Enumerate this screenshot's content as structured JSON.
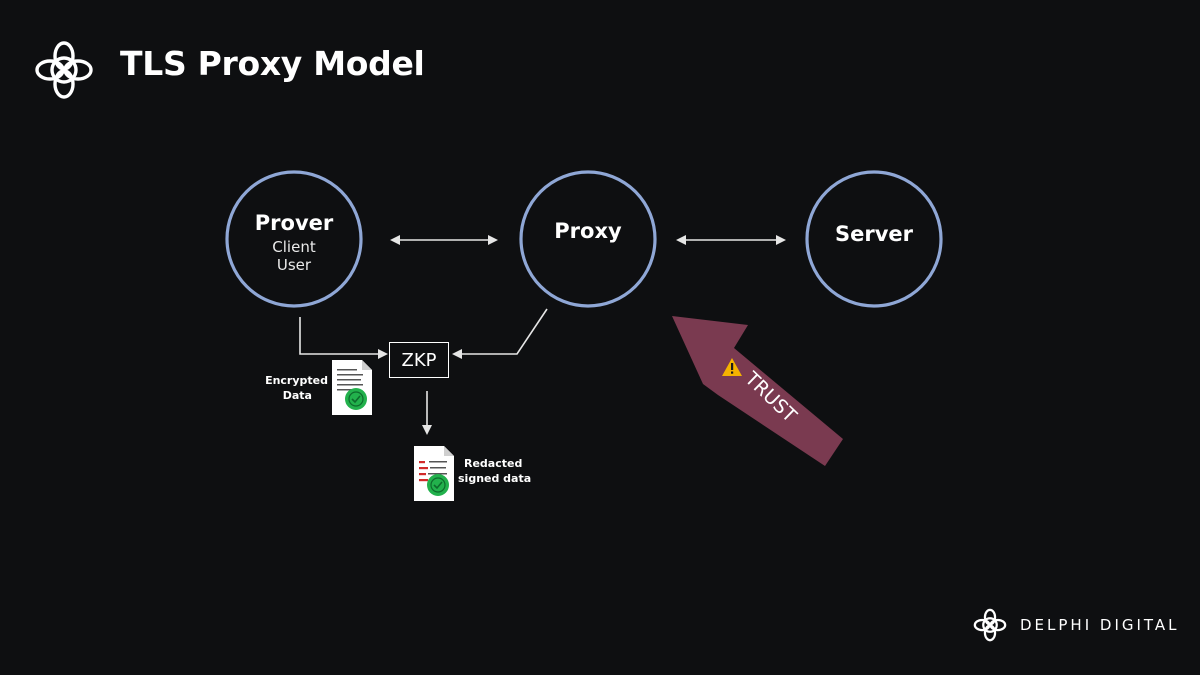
{
  "title": "TLS Proxy Model",
  "nodes": {
    "prover": {
      "name": "Prover",
      "lines": [
        "Client",
        "User"
      ]
    },
    "proxy": {
      "name": "Proxy"
    },
    "server": {
      "name": "Server"
    }
  },
  "zkp_label": "ZKP",
  "documents": {
    "encrypted": {
      "lines": [
        "Encrypted",
        "Data"
      ]
    },
    "redacted": {
      "lines": [
        "Redacted",
        "signed data"
      ]
    }
  },
  "trust_label": "TRUST",
  "brand": "DELPHI DIGITAL",
  "colors": {
    "background": "#0e0f11",
    "circle_stroke": "#8fa7d6",
    "trust_arrow": "#7a3a50",
    "warning": "#f5b300",
    "seal": "#22b14c"
  },
  "icons": [
    "logo-knot-icon",
    "warning-icon",
    "document-icon",
    "seal-check-icon",
    "brand-logo-icon"
  ]
}
